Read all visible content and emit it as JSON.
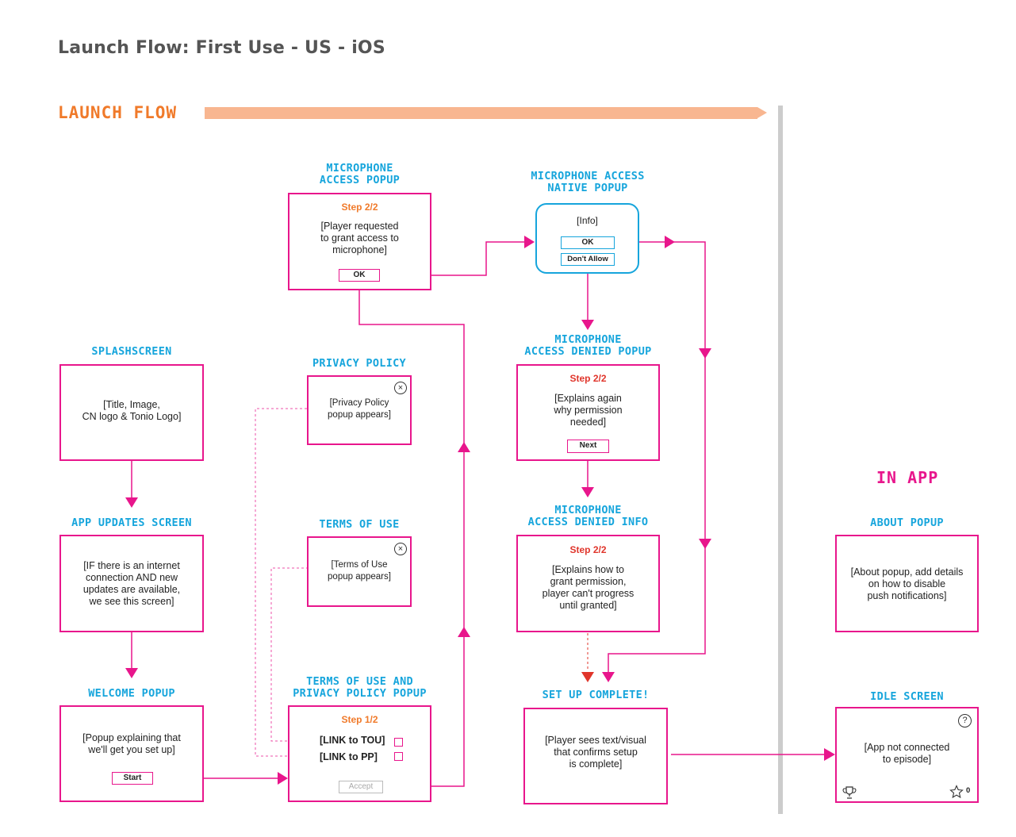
{
  "page_title": "Launch Flow: First Use - US - iOS",
  "section_title": "LAUNCH FLOW",
  "in_app_title": "IN APP",
  "screens": {
    "splash": {
      "title": "SPLASHSCREEN",
      "text": "[Title, Image,\nCN logo & Tonio Logo]"
    },
    "app_updates": {
      "title": "APP UPDATES SCREEN",
      "text": "[IF there is an internet\nconnection AND new\nupdates are available,\nwe see this screen]"
    },
    "welcome": {
      "title": "WELCOME POPUP",
      "text": "[Popup explaining that\nwe'll get you set up]",
      "button": "Start"
    },
    "mic_popup": {
      "title": "MICROPHONE\nACCESS POPUP",
      "step": "Step 2/2",
      "text": "[Player requested\nto grant access to\nmicrophone]",
      "button": "OK"
    },
    "privacy": {
      "title": "PRIVACY POLICY",
      "text": "[Privacy Policy\npopup appears]",
      "close": "×"
    },
    "terms": {
      "title": "TERMS OF USE",
      "text": "[Terms of Use\npopup appears]",
      "close": "×"
    },
    "tou_pp": {
      "title": "TERMS OF USE AND\nPRIVACY POLICY POPUP",
      "step": "Step 1/2",
      "link_tou": "[LINK to TOU]",
      "link_pp": "[LINK to PP]",
      "button": "Accept"
    },
    "native": {
      "title": "MICROPHONE ACCESS\nNATIVE POPUP",
      "text": "[Info]",
      "ok": "OK",
      "dont_allow": "Don't Allow"
    },
    "denied_popup": {
      "title": "MICROPHONE\nACCESS DENIED POPUP",
      "step": "Step 2/2",
      "text": "[Explains again\nwhy permission\nneeded]",
      "button": "Next"
    },
    "denied_info": {
      "title": "MICROPHONE\nACCESS DENIED INFO",
      "step": "Step 2/2",
      "text": "[Explains how to\ngrant permission,\nplayer can't progress\nuntil granted]"
    },
    "setup_complete": {
      "title": "SET UP COMPLETE!",
      "text": "[Player sees text/visual\nthat confirms setup\nis complete]"
    },
    "about": {
      "title": "ABOUT POPUP",
      "text": "[About popup, add details\non how to disable\npush notifications]"
    },
    "idle": {
      "title": "IDLE SCREEN",
      "text": "[App not connected\nto episode]",
      "help": "?",
      "star_count": "0"
    }
  },
  "colors": {
    "accent": "#e8168c",
    "title_blue": "#16a5dc",
    "orange": "#f07a2a",
    "red": "#e0352b",
    "banner": "#f8b690"
  },
  "icons": [
    "close-icon",
    "help-icon",
    "trophy-icon",
    "star-icon"
  ]
}
